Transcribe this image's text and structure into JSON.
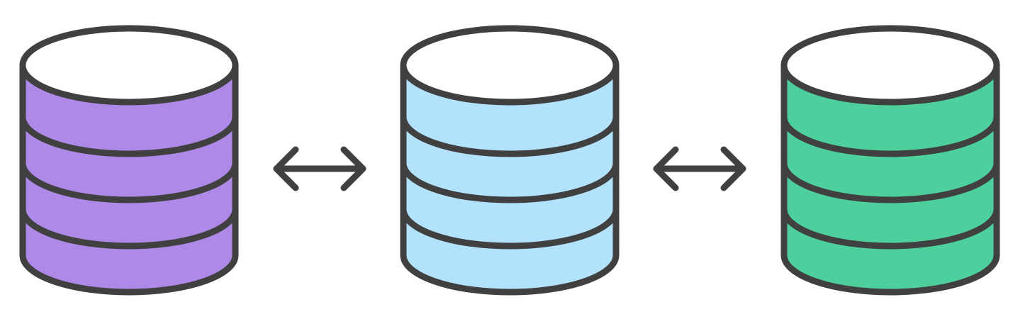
{
  "diagram": {
    "stroke_color": "#404040",
    "background": "#ffffff",
    "databases": [
      {
        "name": "database-purple",
        "fill": "#ae89e8",
        "top_fill": "#ffffff",
        "tiers": 4
      },
      {
        "name": "database-blue",
        "fill": "#b3e3fc",
        "top_fill": "#ffffff",
        "tiers": 4
      },
      {
        "name": "database-green",
        "fill": "#4dd09e",
        "top_fill": "#ffffff",
        "tiers": 4
      }
    ],
    "connectors": [
      {
        "name": "sync-arrow-1",
        "direction": "bidirectional",
        "icon": "double-arrow-icon"
      },
      {
        "name": "sync-arrow-2",
        "direction": "bidirectional",
        "icon": "double-arrow-icon"
      }
    ]
  }
}
